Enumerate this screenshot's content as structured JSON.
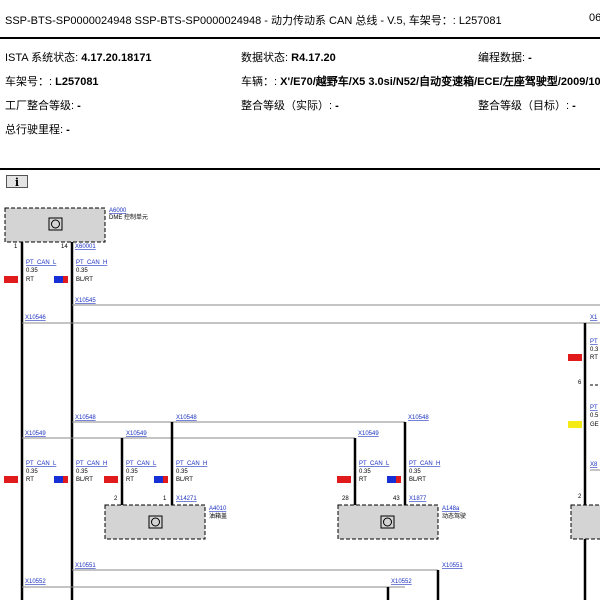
{
  "header": {
    "title": "SSP-BTS-SP0000024948 SSP-BTS-SP0000024948 - 动力传动系 CAN 总线 - V.5, 车架号：: L257081",
    "page_no": "06"
  },
  "info": {
    "ista_label": "ISTA 系统状态: ",
    "ista_value": "4.17.20.18171",
    "data_label": "数据状态: ",
    "data_value": "R4.17.20",
    "prog_label": "编程数据: ",
    "prog_value": "-",
    "vin_label": "车架号：: ",
    "vin_value": "L257081",
    "vehicle_label": "车辆：: ",
    "vehicle_value": "X'/E70/越野车/X5 3.0si/N52/自动变速箱/ECE/左座驾驶型/2009/10",
    "factory_label": "工厂整合等级: ",
    "factory_value": "-",
    "actual_label": "整合等级（实际）: ",
    "actual_value": "-",
    "target_label": "整合等级（目标）: ",
    "target_value": "-",
    "mileage_label": "总行驶里程: ",
    "mileage_value": "-"
  },
  "info_button": "i",
  "colors": {
    "red": "#e11b1b",
    "blue": "#1730d6",
    "yellow": "#f3ea16",
    "box": "#d4d4d4",
    "link": "#1a2fbf"
  },
  "diagram": {
    "dme_id": "A6000",
    "dme_name": "DME 控制单元",
    "pin_1": "1",
    "pin_14": "14",
    "conn_x60001": "X60001",
    "can_l": "PT_CAN_L",
    "can_h": "PT_CAN_H",
    "size": "0.35",
    "rt": "RT",
    "blrt": "BL/RT",
    "ge": "GE",
    "x10545": "X10545",
    "x10546": "X10546",
    "x10548": "X10548",
    "x10549": "X10549",
    "x10551": "X10551",
    "x10552": "X10552",
    "x14271": "X14271",
    "x1877": "X1877",
    "a4010": "A4010",
    "a4010_name": "油箱盖",
    "a148a": "A148a",
    "a148a_name": "动态驾驶",
    "pin_2": "2",
    "pin_28": "28",
    "pin_43": "43",
    "pin_6": "6",
    "cut_x10": "X1",
    "cut_pt": "PT",
    "cut_05": "0.5",
    "cut_03": "0.3",
    "cut_x8": "X8"
  }
}
